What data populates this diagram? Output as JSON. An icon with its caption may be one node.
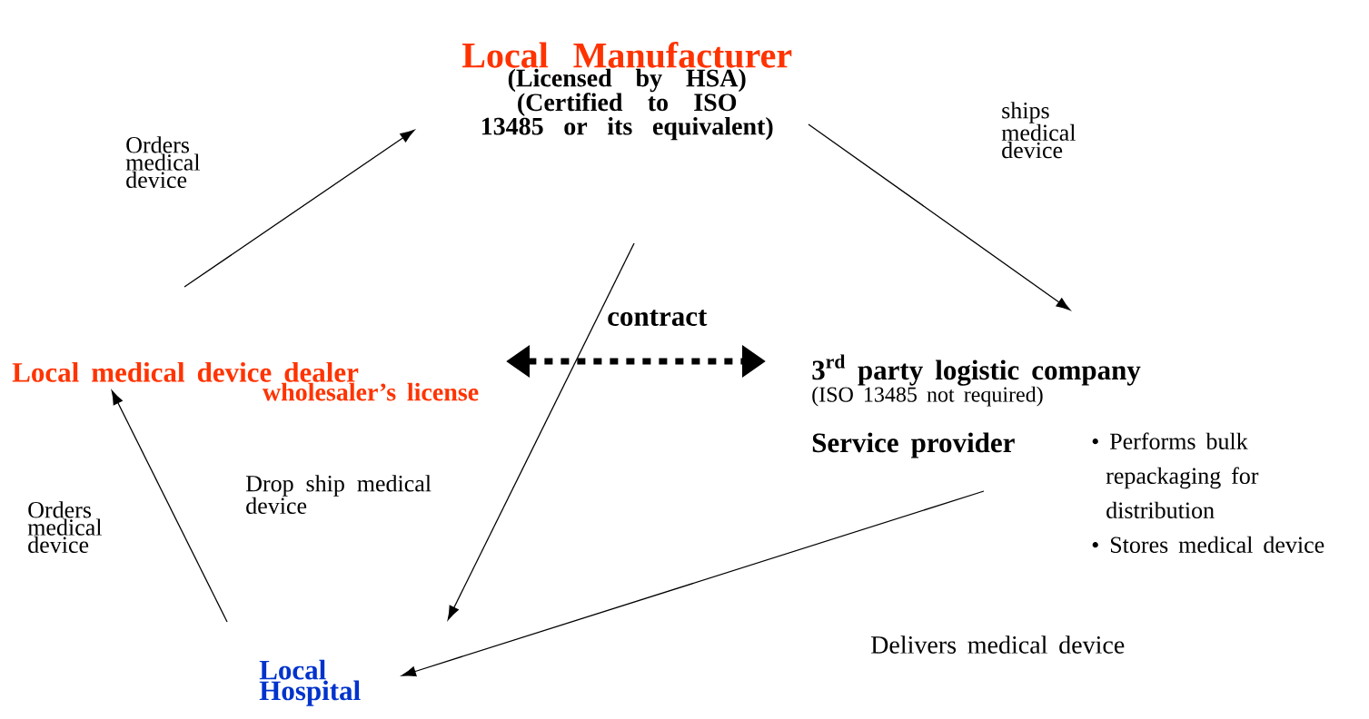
{
  "diagram": {
    "nodes": [
      {
        "text": [
          "Local Manufacturer",
          "(Licensed by HSA)",
          "(Certified to ISO 13485 or its equivalent)"
        ]
      },
      {
        "text": [
          "Local medical device dealer",
          "wholesaler’s license"
        ]
      },
      {
        "text": [
          "\\text{3}^{\\text{rd}}\\text{ party logistic company}",
          "(ISO 13485 not required)",
          "Service provider",
          "• Performs bulk repackaging for distribution",
          "• Stores medical device"
        ]
      },
      {
        "text": [
          "Local Hospital"
        ]
      }
    ],
    "edges": [
      {
        "from": 1,
        "to": 0,
        "arrow": "to",
        "label": "Orders medical device"
      },
      {
        "from": 0,
        "to": 2,
        "arrow": "to",
        "label": "ships medical device"
      },
      {
        "from": 1,
        "to": 2,
        "arrow": "both",
        "style": "dashed",
        "label": "contract"
      },
      {
        "from": 0,
        "to": 3,
        "arrow": "to",
        "label": "Drop ship medical device"
      },
      {
        "from": 3,
        "to": 1,
        "arrow": "to",
        "label": "Orders medical device"
      },
      {
        "from": 2,
        "to": 3,
        "arrow": "to",
        "label": "Delivers medical device"
      }
    ]
  }
}
